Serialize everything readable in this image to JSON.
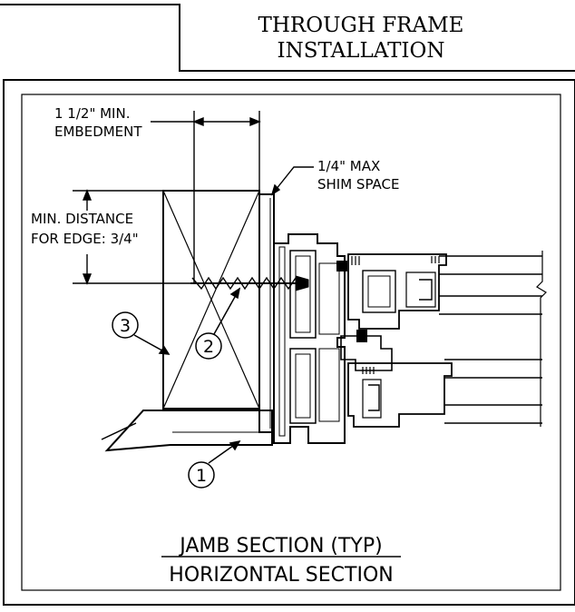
{
  "title": {
    "line1": "THROUGH FRAME",
    "line2": "INSTALLATION"
  },
  "annotations": {
    "embedment_line1": "1 1/2\" MIN.",
    "embedment_line2": "EMBEDMENT",
    "shim_line1": "1/4\" MAX",
    "shim_line2": "SHIM SPACE",
    "distance_line1": "MIN. DISTANCE",
    "distance_line2": "FOR EDGE: 3/4\""
  },
  "callouts": {
    "one": "1",
    "two": "2",
    "three": "3"
  },
  "caption": {
    "line1": "JAMB SECTION (TYP)",
    "line2": "HORIZONTAL SECTION"
  }
}
